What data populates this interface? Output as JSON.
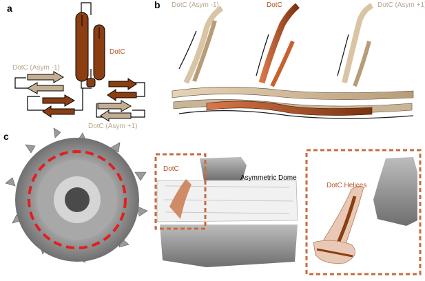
{
  "panels": {
    "a": {
      "letter": "a",
      "labels": {
        "center": "DotC",
        "left": "DotC (Asym -1)",
        "right": "DotC (Asym +1)"
      }
    },
    "b": {
      "letter": "b",
      "labels": {
        "left": "DotC (Asym -1)",
        "center": "DotC",
        "right": "DotC (Asym +1)"
      }
    },
    "c": {
      "letter": "c",
      "labels": {
        "inset_small": "DotC",
        "dome": "Asymmetric Dome",
        "inset_large": "DotC Helices"
      }
    }
  },
  "colors": {
    "dotc": "#b5521f",
    "dotc_dark": "#7a3a10",
    "asym": "#c7b299",
    "asym_label": "#b9a58c",
    "red_dash": "#e02020",
    "box_dash": "#c96a3a",
    "density_gray": "#8c8c8c"
  }
}
